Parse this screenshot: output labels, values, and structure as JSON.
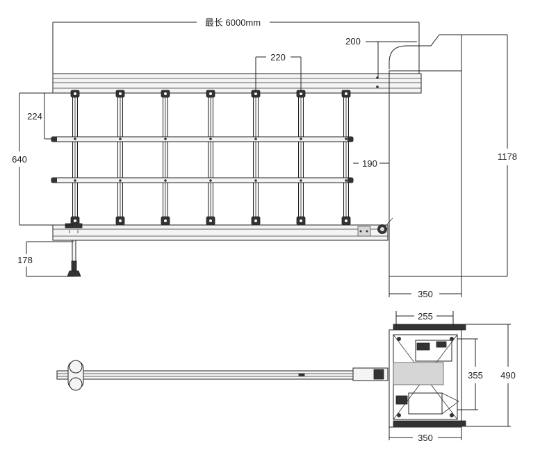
{
  "dimensions": {
    "max_length": "最长  6000mm",
    "d200": "200",
    "d220": "220",
    "d224": "224",
    "d640": "640",
    "d190": "190",
    "d1178": "1178",
    "d178": "178",
    "d350_top": "350",
    "d255": "255",
    "d355": "355",
    "d490": "490",
    "d350_bottom": "350"
  }
}
